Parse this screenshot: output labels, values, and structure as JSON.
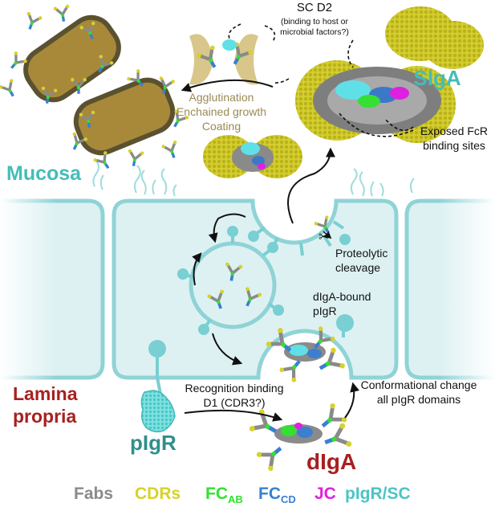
{
  "labels": {
    "sc_d2": "SC D2",
    "sc_d2_note_line1": "(binding to host or",
    "sc_d2_note_line2": "microbial factors?)",
    "siga": "SIgA",
    "agglutination_line1": "Agglutination",
    "agglutination_line2": "Enchained growth",
    "agglutination_line3": "Coating",
    "exposed_fcr_line1": "Exposed FcR",
    "exposed_fcr_line2": "binding sites",
    "mucosa": "Mucosa",
    "proteolytic_line1": "Proteolytic",
    "proteolytic_line2": "cleavage",
    "digabound_line1": "dIgA-bound",
    "digabound_line2": "pIgR",
    "lamina_line1": "Lamina",
    "lamina_line2": "propria",
    "recognition_line1": "Recognition binding",
    "recognition_line2": "D1 (CDR3?)",
    "conformational_line1": "Conformational change",
    "conformational_line2": "all pIgR domains",
    "pigr": "pIgR",
    "diga": "dIgA"
  },
  "legend": {
    "fabs": "Fabs",
    "cdrs": "CDRs",
    "fc_ab_main": "FC",
    "fc_ab_sub": "AB",
    "fc_cd_main": "FC",
    "fc_cd_sub": "CD",
    "jc": "JC",
    "pigr_sc": "pIgR/SC"
  },
  "colors": {
    "fabs": "#8a8a8a",
    "cdrs": "#d6d22a",
    "fc_ab": "#33e033",
    "fc_cd": "#3a7fd0",
    "jc": "#e020e0",
    "pigr_sc": "#4cc4c4",
    "mucosa": "#44bdb8",
    "lamina": "#a82020",
    "siga": "#44bdb8",
    "pigr_label": "#2f8f8c",
    "diga_label": "#a82020",
    "cell": "#8fd3d6",
    "bacteria": "#a8893a",
    "siga_surface": "#c8c228",
    "agglutination": "#9a8a55"
  }
}
